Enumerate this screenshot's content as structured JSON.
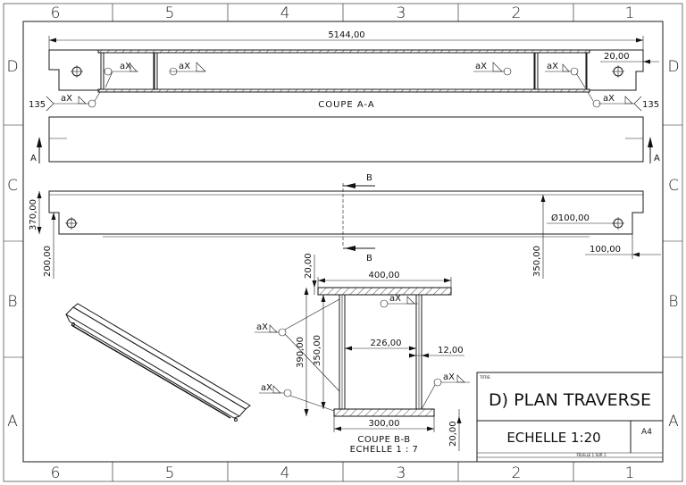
{
  "drawing": {
    "column_labels": [
      "6",
      "5",
      "4",
      "3",
      "2",
      "1"
    ],
    "row_labels": [
      "D",
      "C",
      "B",
      "A"
    ],
    "section_aa": {
      "label": "COUPE A-A",
      "overall_length": "5144,00",
      "end_offset": "20,00",
      "angle_left": "135",
      "angle_right": "135",
      "weld_symbol": "aX"
    },
    "section_marks": {
      "a_left": "A",
      "a_right": "A",
      "b_top": "B",
      "b_bottom": "B"
    },
    "elevation": {
      "height": "370,00",
      "hole_depth": "200,00",
      "hole_diameter": "Ø100,00",
      "edge_offset": "100,00",
      "inner_height": "350,00"
    },
    "section_bb": {
      "label": "COUPE B-B",
      "scale": "ECHELLE 1 : 7",
      "top_flange_width": "400,00",
      "top_thickness": "20,00",
      "total_height": "390,00",
      "web_height": "350,00",
      "inner_width": "226,00",
      "web_thickness": "12,00",
      "bottom_width": "300,00",
      "bottom_thickness": "20,00"
    },
    "title_block": {
      "titre_label": "TITRE:",
      "title": "D) PLAN TRAVERSE",
      "scale": "ECHELLE 1:20",
      "format": "A4",
      "sheet": "FEUILLE 1 SUR 1"
    }
  }
}
